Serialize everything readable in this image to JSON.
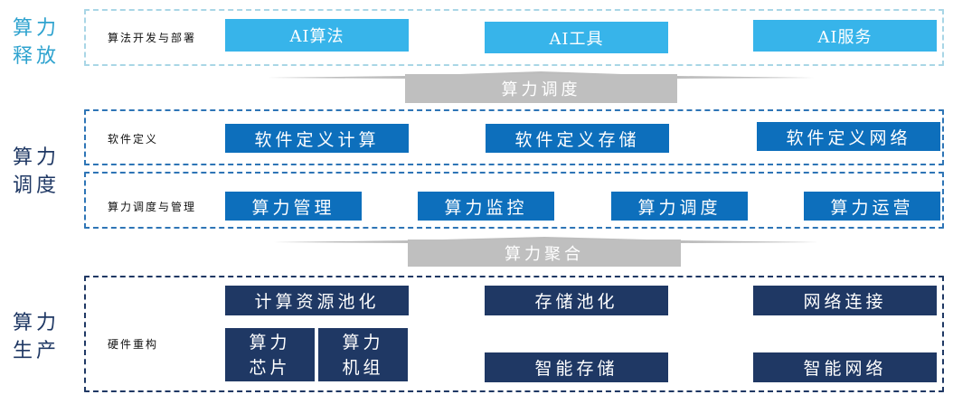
{
  "colors": {
    "release_border": "#a9d6e6",
    "release_box": "#37b4ea",
    "schedule_border": "#2e75b6",
    "schedule_box": "#0d6fbc",
    "production_border": "#1f3864",
    "production_box": "#1f3864",
    "arrow_gray": "#bfbfbf",
    "release_label": "#2fa3cf",
    "side_label": "#1f3864"
  },
  "sections": {
    "release": {
      "label_line1": "算力",
      "label_line2": "释放"
    },
    "scheduling": {
      "label_line1": "算力",
      "label_line2": "调度"
    },
    "production": {
      "label_line1": "算力",
      "label_line2": "生产"
    }
  },
  "layers": {
    "algorithm": {
      "title": "算法开发与部署",
      "items": [
        "AI算法",
        "AI工具",
        "AI服务"
      ]
    },
    "software_defined": {
      "title": "软件定义",
      "items": [
        "软件定义计算",
        "软件定义存储",
        "软件定义网络"
      ]
    },
    "management": {
      "title": "算力调度与管理",
      "items": [
        "算力管理",
        "算力监控",
        "算力调度",
        "算力运营"
      ]
    },
    "hardware": {
      "title": "硬件重构",
      "top_items": [
        "计算资源池化",
        "存储池化",
        "网络连接"
      ],
      "chip": {
        "line1": "算力",
        "line2": "芯片"
      },
      "unit": {
        "line1": "算力",
        "line2": "机组"
      },
      "bottom_items": [
        "智能存储",
        "智能网络"
      ]
    }
  },
  "arrows": {
    "upper": "算力调度",
    "lower": "算力聚合"
  }
}
